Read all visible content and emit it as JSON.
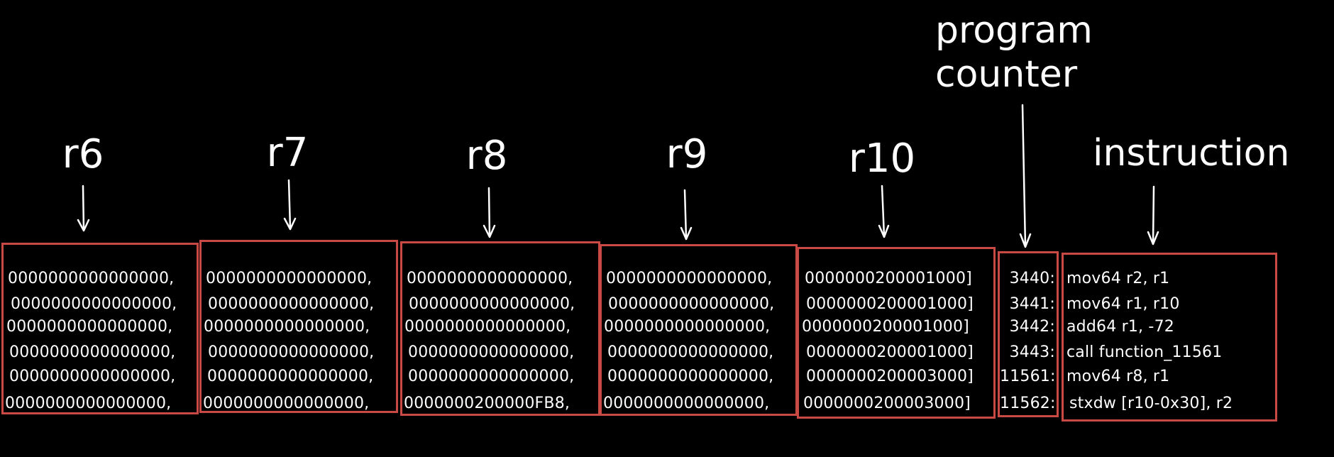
{
  "diagram": {
    "title_labels": {
      "program_counter": "program\ncounter",
      "program_counter_line1": "program",
      "program_counter_line2": "counter",
      "instruction": "instruction"
    },
    "colors": {
      "background": "#000000",
      "box_border": "#c94a45",
      "text": "#ffffff"
    },
    "registers": [
      {
        "name": "r6",
        "values": [
          "0000000000000000",
          "0000000000000000",
          "0000000000000000",
          "0000000000000000",
          "0000000000000000",
          "0000000000000000"
        ],
        "separator": ","
      },
      {
        "name": "r7",
        "values": [
          "0000000000000000",
          "0000000000000000",
          "0000000000000000",
          "0000000000000000",
          "0000000000000000",
          "0000000000000000"
        ],
        "separator": ","
      },
      {
        "name": "r8",
        "values": [
          "0000000000000000",
          "0000000000000000",
          "0000000000000000",
          "0000000000000000",
          "0000000000000000",
          "0000000200000FB8"
        ],
        "separator": ","
      },
      {
        "name": "r9",
        "values": [
          "0000000000000000",
          "0000000000000000",
          "0000000000000000",
          "0000000000000000",
          "0000000000000000",
          "0000000000000000"
        ],
        "separator": ","
      },
      {
        "name": "r10",
        "values": [
          "0000000200001000",
          "0000000200001000",
          "0000000200001000",
          "0000000200001000",
          "0000000200003000",
          "0000000200003000"
        ],
        "separator": "]"
      }
    ],
    "program_counter": [
      "3440:",
      "3441:",
      "3442:",
      "3443:",
      "11561:",
      "11562:"
    ],
    "instructions": [
      "mov64 r2, r1",
      "mov64 r1, r10",
      "add64 r1, -72",
      "call function_11561",
      "mov64 r8, r1",
      "stxdw [r10-0x30], r2"
    ]
  }
}
